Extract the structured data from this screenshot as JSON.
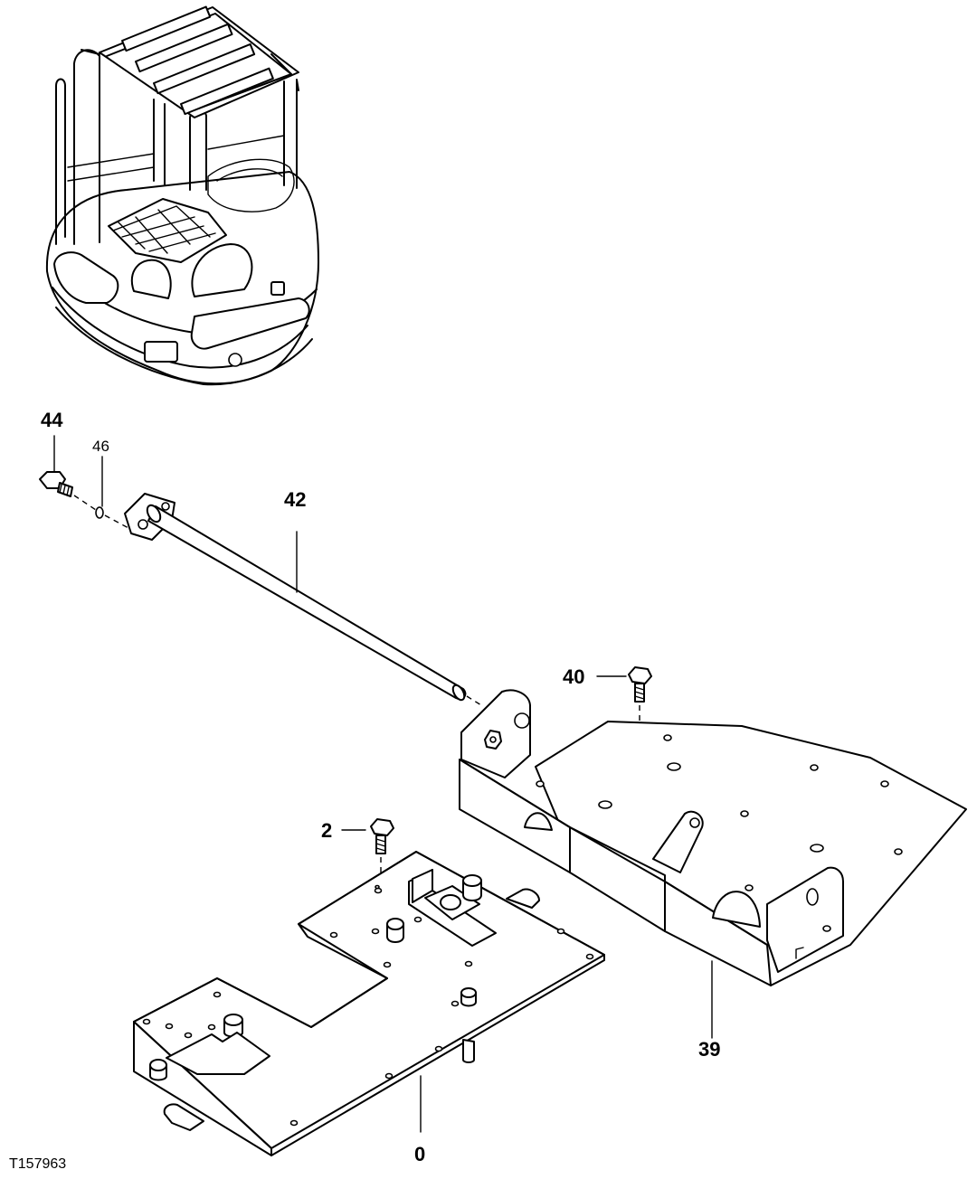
{
  "callouts": {
    "c44": "44",
    "c46": "46",
    "c42": "42",
    "c40": "40",
    "c2": "2",
    "c39": "39",
    "c0": "0"
  },
  "figure_id": "T157963"
}
